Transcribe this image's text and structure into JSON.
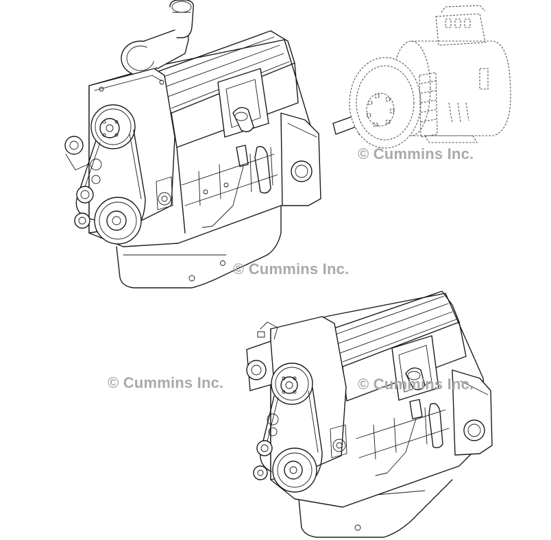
{
  "watermarks": [
    "© Cummins Inc.",
    "© Cummins Inc.",
    "© Cummins Inc.",
    "© Cummins Inc."
  ],
  "figures": {
    "engine_top": "engine-with-flywheel-housing",
    "generator": "generator-alternator",
    "engine_bottom": "engine-assembled"
  },
  "colors": {
    "line": "#1a1a1a",
    "watermark": "#a9a9a9",
    "background": "#ffffff"
  }
}
